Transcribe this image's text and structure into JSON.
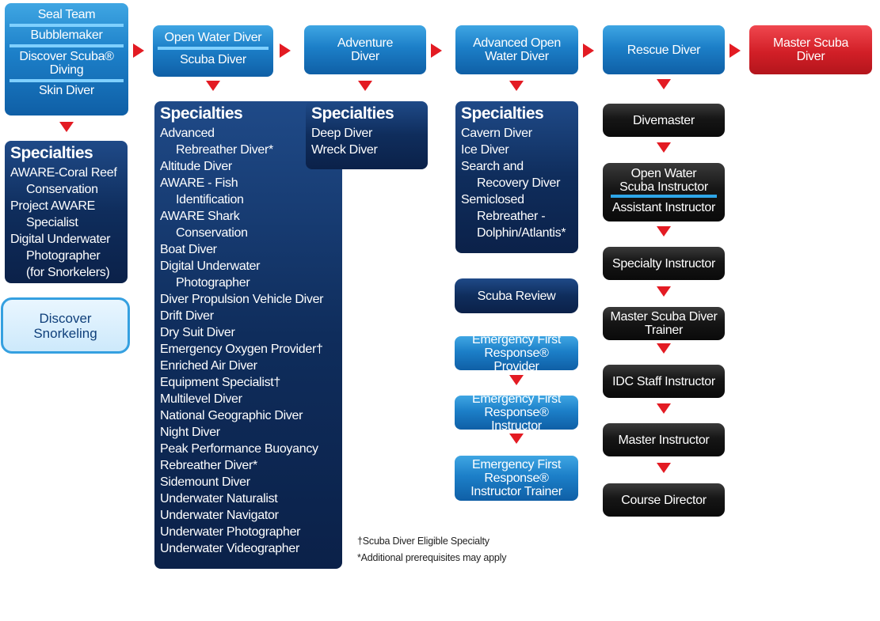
{
  "col1": {
    "top": [
      "Seal Team",
      "Bubblemaker",
      "Discover Scuba® Diving",
      "Skin Diver"
    ],
    "specialties_title": "Specialties",
    "specialties": [
      {
        "text": "AWARE-Coral Reef",
        "indent": false
      },
      {
        "text": "Conservation",
        "indent": true
      },
      {
        "text": "Project AWARE",
        "indent": false
      },
      {
        "text": "Specialist",
        "indent": true
      },
      {
        "text": "Digital Underwater",
        "indent": false
      },
      {
        "text": "Photographer",
        "indent": true
      },
      {
        "text": "(for Snorkelers)",
        "indent": true,
        "small": true
      }
    ],
    "snorkel": "Discover Snorkeling"
  },
  "col2": {
    "top": [
      "Open Water Diver",
      "Scuba Diver"
    ],
    "specialties_title": "Specialties",
    "specialties": [
      {
        "text": "Advanced",
        "indent": false
      },
      {
        "text": "Rebreather Diver*",
        "indent": true
      },
      {
        "text": "Altitude Diver",
        "indent": false
      },
      {
        "text": "AWARE - Fish",
        "indent": false
      },
      {
        "text": "Identification",
        "indent": true
      },
      {
        "text": "AWARE Shark",
        "indent": false
      },
      {
        "text": "Conservation",
        "indent": true
      },
      {
        "text": "Boat Diver",
        "indent": false
      },
      {
        "text": "Digital Underwater",
        "indent": false
      },
      {
        "text": "Photographer",
        "indent": true
      },
      {
        "text": "Diver Propulsion Vehicle Diver",
        "indent": false
      },
      {
        "text": "Drift Diver",
        "indent": false
      },
      {
        "text": "Dry Suit Diver",
        "indent": false
      },
      {
        "text": "Emergency Oxygen Provider†",
        "indent": false
      },
      {
        "text": "Enriched Air Diver",
        "indent": false
      },
      {
        "text": "Equipment Specialist†",
        "indent": false
      },
      {
        "text": "Multilevel Diver",
        "indent": false
      },
      {
        "text": "National Geographic Diver",
        "indent": false
      },
      {
        "text": "Night Diver",
        "indent": false
      },
      {
        "text": "Peak Performance Buoyancy",
        "indent": false
      },
      {
        "text": "Rebreather Diver*",
        "indent": false
      },
      {
        "text": "Sidemount Diver",
        "indent": false
      },
      {
        "text": "Underwater Naturalist",
        "indent": false
      },
      {
        "text": "Underwater Navigator",
        "indent": false
      },
      {
        "text": "Underwater Photographer",
        "indent": false
      },
      {
        "text": "Underwater Videographer",
        "indent": false
      }
    ]
  },
  "col3": {
    "top": "Adventure Diver",
    "specialties_title": "Specialties",
    "specialties": [
      {
        "text": "Deep Diver",
        "indent": false
      },
      {
        "text": "Wreck Diver",
        "indent": false
      }
    ]
  },
  "col4": {
    "top": "Advanced Open Water Diver",
    "specialties_title": "Specialties",
    "specialties": [
      {
        "text": "Cavern Diver",
        "indent": false
      },
      {
        "text": "Ice Diver",
        "indent": false
      },
      {
        "text": "Search and",
        "indent": false
      },
      {
        "text": "Recovery Diver",
        "indent": true
      },
      {
        "text": "Semiclosed",
        "indent": false
      },
      {
        "text": "Rebreather -",
        "indent": true
      },
      {
        "text": "Dolphin/Atlantis*",
        "indent": true
      }
    ],
    "scuba_review": "Scuba Review",
    "efr": [
      "Emergency First Response® Provider",
      "Emergency First Response® Instructor",
      "Emergency First Response® Instructor Trainer"
    ]
  },
  "col5": {
    "top": "Rescue Diver",
    "chain": [
      "Divemaster",
      "Open Water Scuba Instructor",
      "Assistant Instructor",
      "Specialty Instructor",
      "Master Scuba Diver Trainer",
      "IDC Staff Instructor",
      "Master Instructor",
      "Course Director"
    ]
  },
  "col6": {
    "top": "Master Scuba Diver"
  },
  "footnotes": [
    "†Scuba Diver Eligible Specialty",
    "*Additional prerequisites may apply"
  ]
}
